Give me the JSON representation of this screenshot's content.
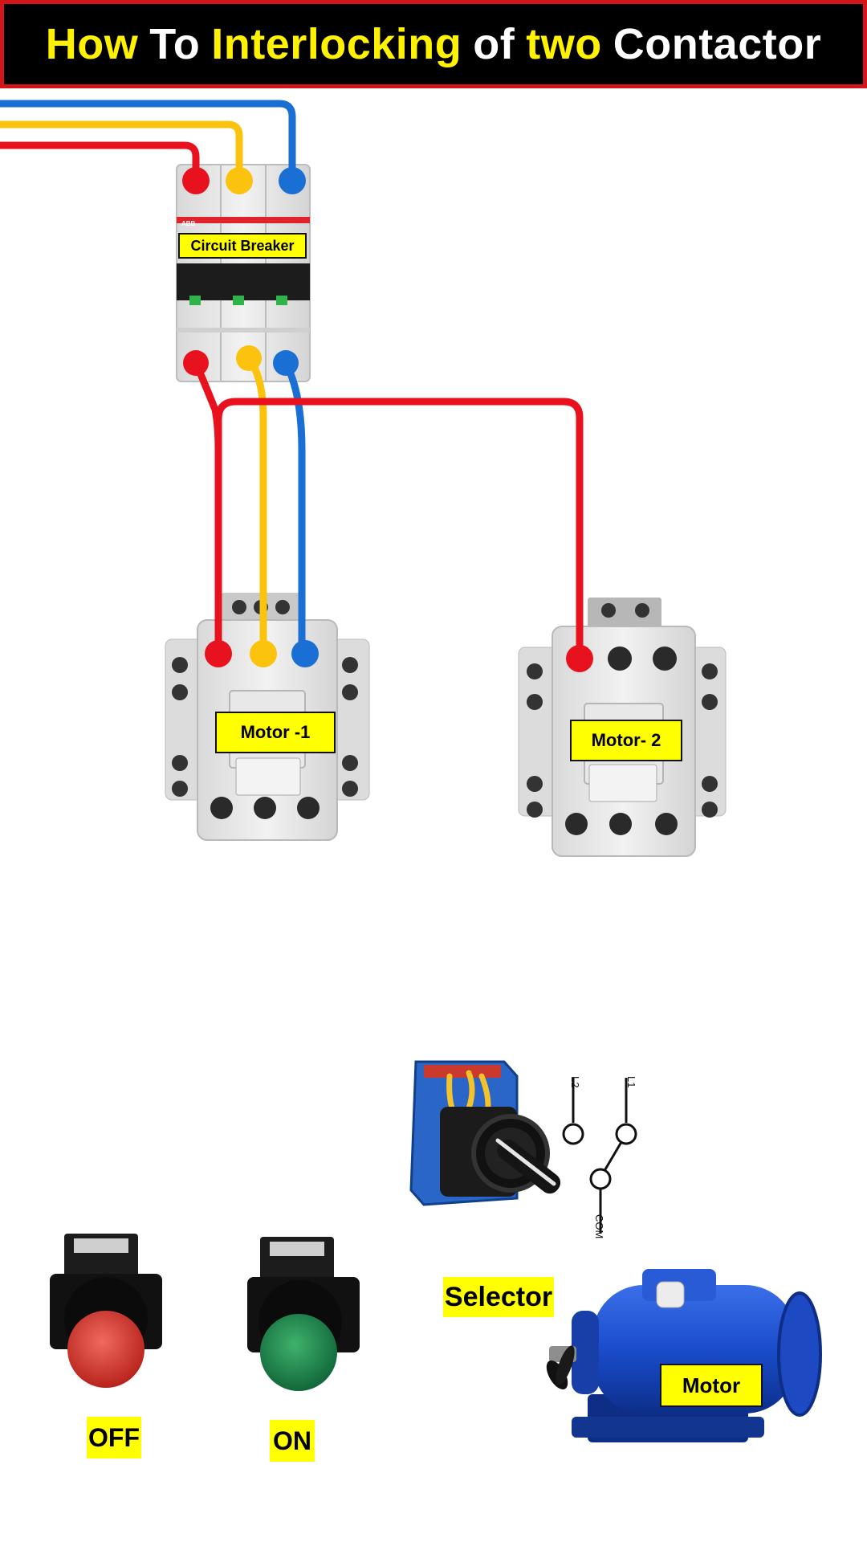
{
  "title": {
    "words": [
      {
        "text": "How",
        "color": "#fff200"
      },
      {
        "text": "To",
        "color": "#ffffff"
      },
      {
        "text": "Interlocking",
        "color": "#fff200"
      },
      {
        "text": "of",
        "color": "#ffffff"
      },
      {
        "text": "two",
        "color": "#fff200"
      },
      {
        "text": "Contactor",
        "color": "#ffffff"
      }
    ]
  },
  "breaker": {
    "label": "Circuit Breaker",
    "brand": "ABB"
  },
  "contactor_1": {
    "label": "Motor -1"
  },
  "contactor_2": {
    "label": "Motor- 2"
  },
  "selector": {
    "label": "Selector",
    "terminals": {
      "l1": "L1",
      "l2": "L2",
      "com": "COM"
    }
  },
  "buttons": {
    "off_label": "OFF",
    "on_label": "ON"
  },
  "motor": {
    "label": "Motor"
  },
  "colors": {
    "phase_red": "#e8121e",
    "phase_yellow": "#fbc30d",
    "phase_blue": "#1a6fd4",
    "label_bg": "#ffff00"
  }
}
